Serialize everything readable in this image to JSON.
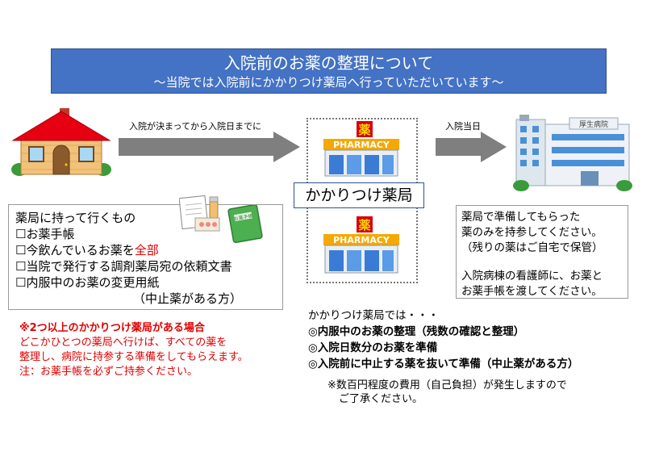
{
  "title": {
    "main": "入院前のお薬の整理について",
    "sub": "～当院では入院前にかかりつけ薬局へ行っていただいています～"
  },
  "steps": {
    "to_pharmacy": "入院が決まってから入院日までに",
    "to_hospital": "入院当日"
  },
  "pharmacy": {
    "sign": "PHARMACY",
    "kanji": "薬",
    "label": "かかりつけ薬局"
  },
  "hospital": {
    "sign": "厚生病院"
  },
  "bring_list": {
    "heading": "薬局に持って行くもの",
    "items": [
      {
        "prefix": "☐",
        "text": "お薬手帳",
        "accent": ""
      },
      {
        "prefix": "☐",
        "text": "今飲んでいるお薬を",
        "accent": "全部"
      },
      {
        "prefix": "☐",
        "text": "当院で発行する調剤薬局宛の依頼文書",
        "accent": ""
      },
      {
        "prefix": "☐",
        "text": "内服中のお薬の変更用紙",
        "accent": ""
      }
    ],
    "note": "（中止薬がある方）",
    "booklet_label": "お薬手帳"
  },
  "prep_box": {
    "lines": [
      "薬局で準備してもらった",
      "薬のみを持参してください。",
      "（残りの薬はご自宅で保管）"
    ],
    "lines2": [
      "入院病棟の看護師に、お薬と",
      "お薬手帳を渡してください。"
    ]
  },
  "warning": {
    "heading": "※2つ以上のかかりつけ薬局がある場合",
    "lines": [
      "どこかひとつの薬局へ行けば、すべての薬を",
      "整理し、病院に持参する準備をしてもらえます。",
      "注：お薬手帳を必ずご持参ください。"
    ]
  },
  "tasks": {
    "intro": "かかりつけ薬局では・・・",
    "items": [
      "◎内服中のお薬の整理（残数の確認と整理）",
      "◎入院日数分のお薬を準備",
      "◎入院前に中止する薬を抜いて準備（中止薬がある方）"
    ]
  },
  "fee": {
    "lines": [
      "※数百円程度の費用（自己負担）が発生しますので",
      "ご了承ください。"
    ]
  },
  "colors": {
    "title_bg": "#4472c4",
    "arrow": "#7f7f7f",
    "pharmacy_sign": "#f5a800",
    "kanji_bg": "#d7000f",
    "house_roof": "#e60012",
    "warning": "#e00000"
  }
}
